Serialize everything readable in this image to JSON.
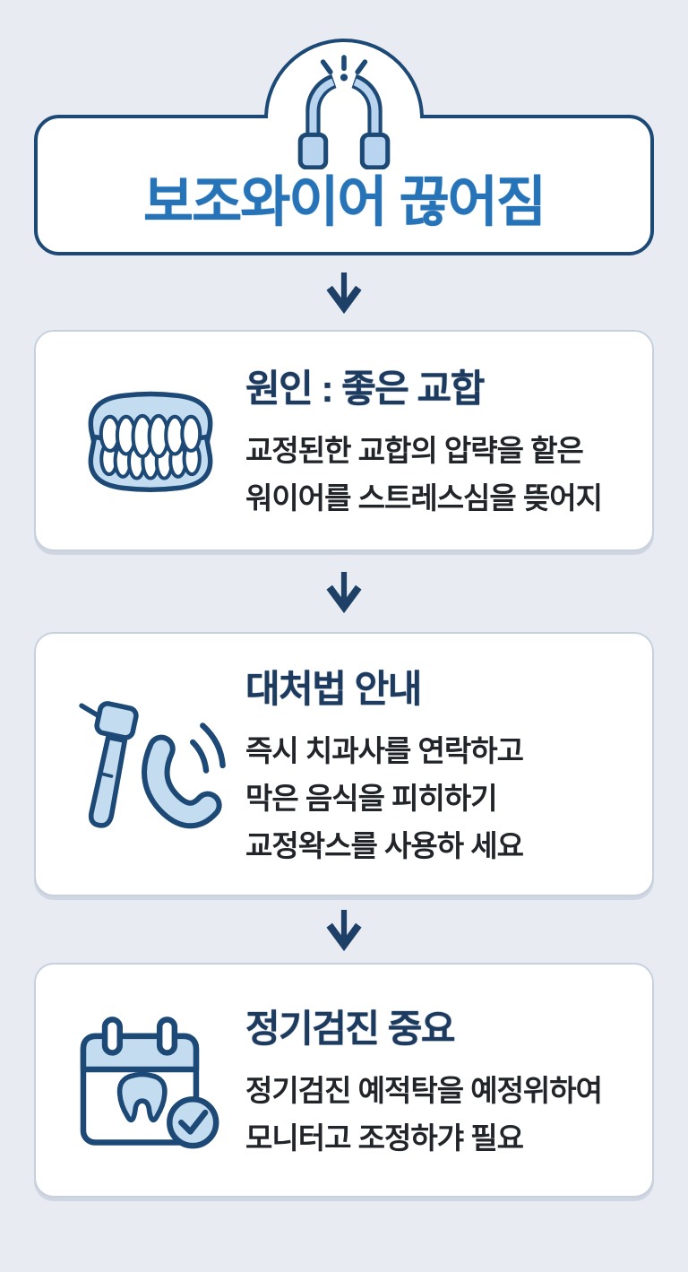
{
  "page": {
    "background_color": "#e8ecf2",
    "accent_blue": "#2673b8",
    "navy": "#1d4976",
    "heading_navy": "#1d3a5f",
    "light_blue_fill": "#c4dcf0",
    "card_border": "#c7d1dd",
    "body_text_color": "#212529"
  },
  "header": {
    "title": "보조와이어 끊어짐",
    "icon": "broken-wire-icon"
  },
  "flow": {
    "arrow_icon": "down-arrow-icon",
    "arrow_count": 3
  },
  "cards": [
    {
      "icon": "teeth-icon",
      "heading": "원인 : 좋은 교합",
      "lines": [
        "교정된한 교합의 압략을 핱은",
        "워이어를 스트레스심을 뜾어지"
      ]
    },
    {
      "icon": "drill-phone-icon",
      "heading": "대처법 안내",
      "lines": [
        "즉시 치과사를 연락하고",
        "막은 음식을 피히하기",
        "교정왁스를 사용하 세요"
      ]
    },
    {
      "icon": "calendar-tooth-icon",
      "heading": "정기검진 중요",
      "lines": [
        "정기검진 예적탁을 예정위하여",
        "모니터고 조정하갸 필요"
      ]
    }
  ]
}
